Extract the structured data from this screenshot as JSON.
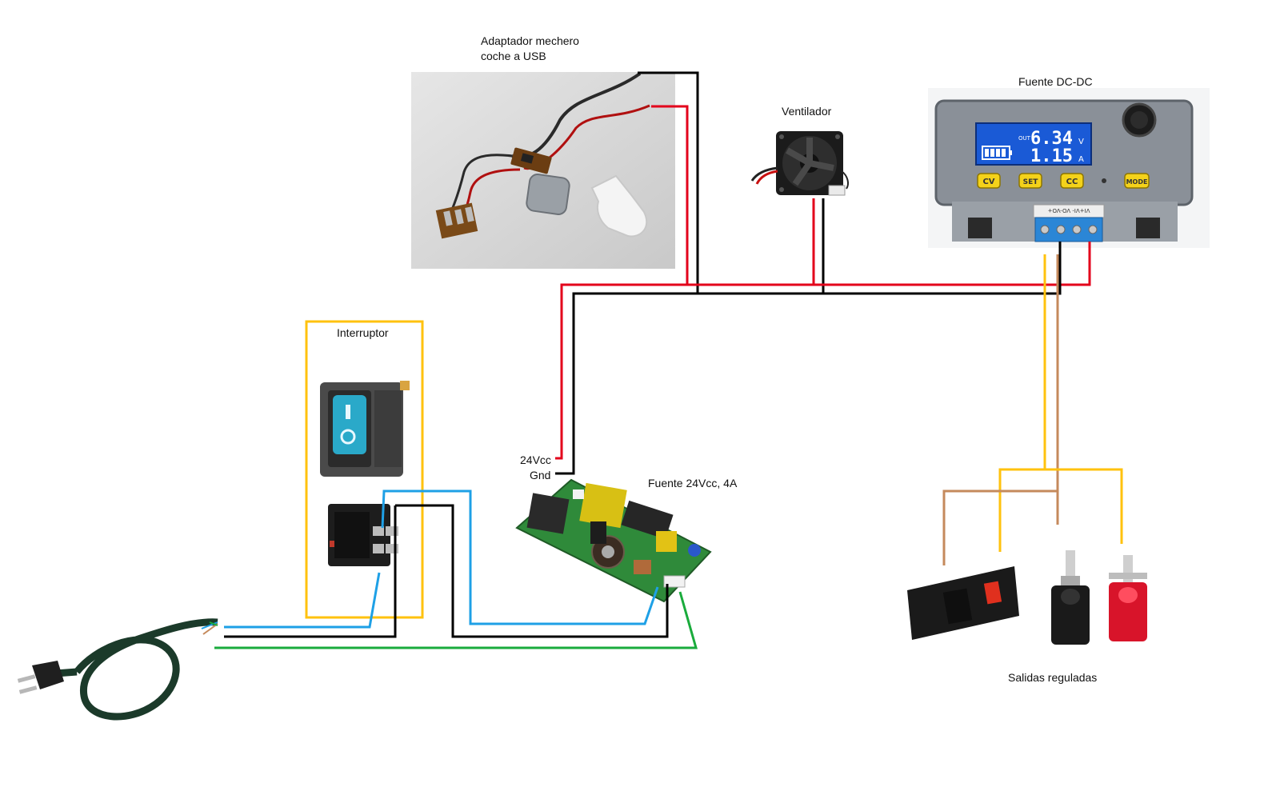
{
  "labels": {
    "adapter_line1": "Adaptador mechero",
    "adapter_line2": "coche a USB",
    "fan": "Ventilador",
    "dcdc": "Fuente DC-DC",
    "switch": "Interruptor",
    "psu": "Fuente 24Vcc, 4A",
    "v24": "24Vcc",
    "gnd": "Gnd",
    "outputs": "Salidas reguladas"
  },
  "display": {
    "out_tag": "OUT",
    "voltage": "6.34",
    "voltage_unit": "V",
    "current": "1.15",
    "current_unit": "A"
  },
  "buttons": {
    "cv": "CV",
    "set": "SET",
    "cc": "CC",
    "mode": "MODE"
  },
  "terminal_label": "VI+VI-  VO-VO+",
  "colors": {
    "red": "#e3001b",
    "black": "#000000",
    "blue": "#1ea0e6",
    "green": "#1aab3c",
    "yellow": "#ffc20e",
    "brown": "#c58a5c"
  },
  "icons": [
    "car-usb-adapter-image",
    "fan-image",
    "dcdc-module-image",
    "rocker-switch-image",
    "psu-board-image",
    "power-plug-image",
    "binding-posts-image"
  ]
}
